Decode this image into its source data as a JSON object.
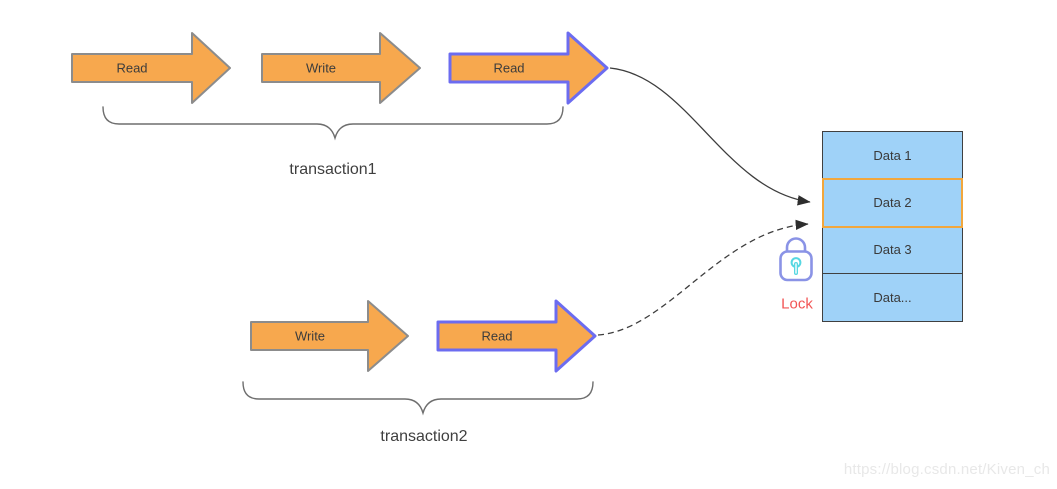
{
  "transaction1": {
    "label": "transaction1",
    "arrows": [
      {
        "label": "Read",
        "highlighted": false
      },
      {
        "label": "Write",
        "highlighted": false
      },
      {
        "label": "Read",
        "highlighted": true
      }
    ]
  },
  "transaction2": {
    "label": "transaction2",
    "arrows": [
      {
        "label": "Write",
        "highlighted": false
      },
      {
        "label": "Read",
        "highlighted": true
      }
    ]
  },
  "table": {
    "rows": [
      {
        "label": "Data 1",
        "locked": false
      },
      {
        "label": "Data 2",
        "locked": true
      },
      {
        "label": "Data 3",
        "locked": false
      },
      {
        "label": "Data...",
        "locked": false
      }
    ]
  },
  "lock": {
    "label": "Lock"
  },
  "watermark": "https://blog.csdn.net/Kiven_ch",
  "colors": {
    "arrow_fill": "#f7a84e",
    "arrow_border_default": "#8c8c8c",
    "arrow_border_highlight": "#6c6cf0",
    "table_fill": "#9fd2f8",
    "table_border": "#404040",
    "locked_row_border": "#f2a73d",
    "lock_icon_stroke": "#8a93e6",
    "lock_keyhole": "#56d7e2",
    "lock_text": "#f25555",
    "connector_stroke": "#3d3d3d",
    "watermark_text": "#e8e8e8"
  }
}
